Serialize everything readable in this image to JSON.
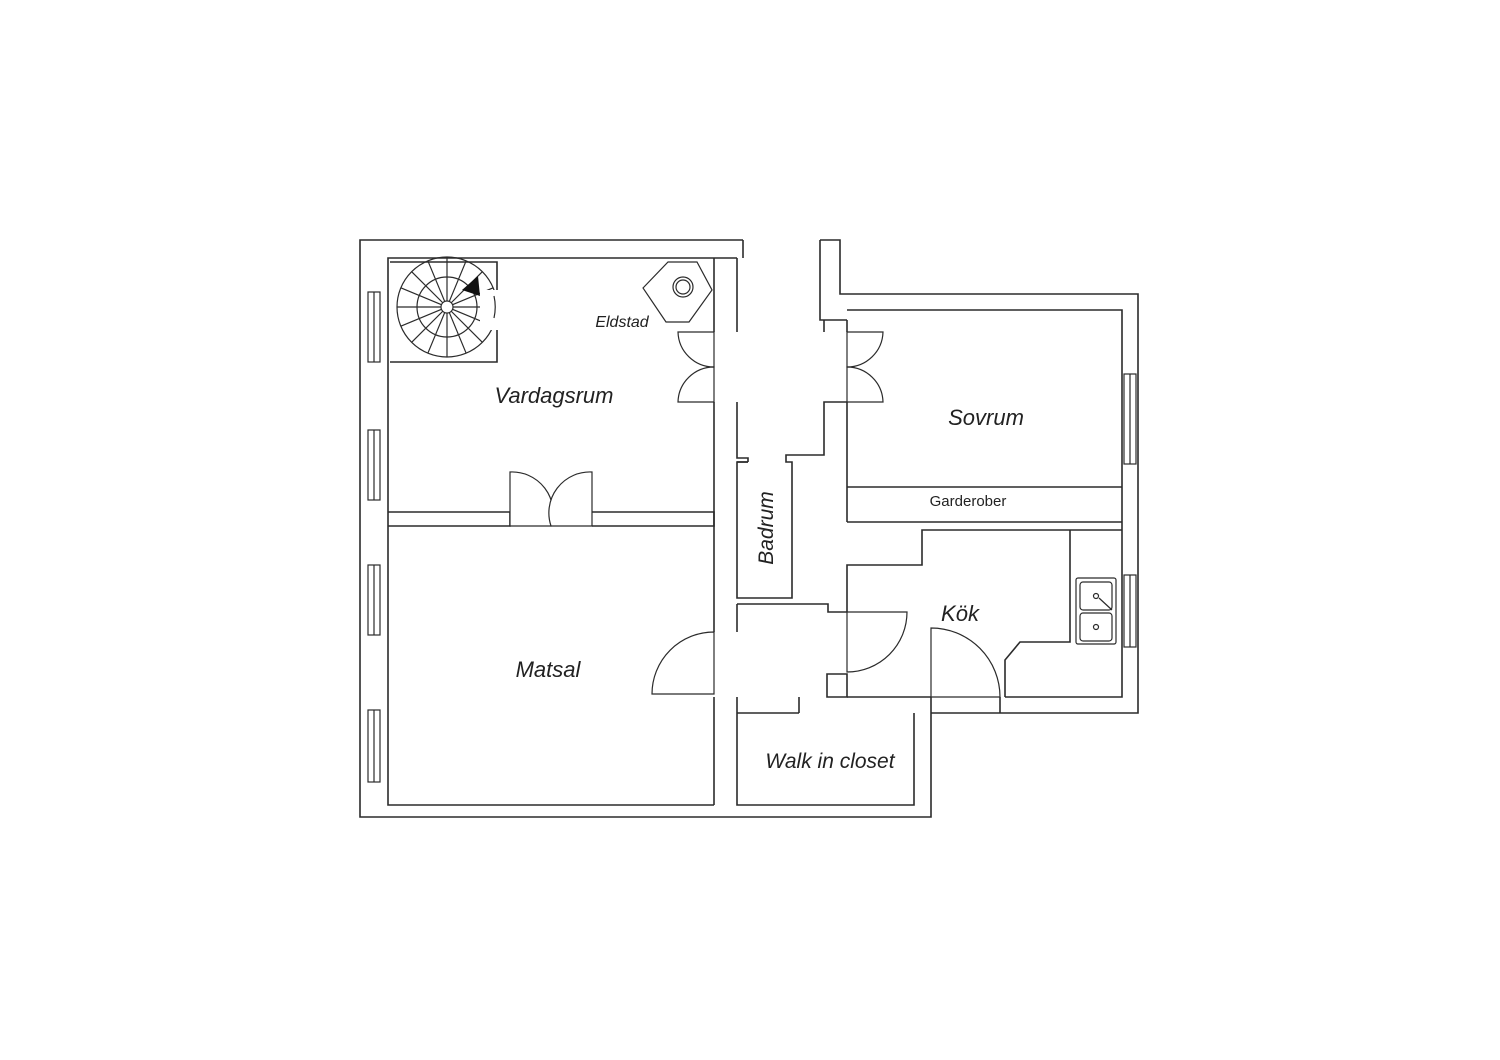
{
  "rooms": {
    "vardagsrum": "Vardagsrum",
    "sovrum": "Sovrum",
    "badrum": "Badrum",
    "matsal": "Matsal",
    "kok": "Kök",
    "walk_in_closet": "Walk in closet"
  },
  "fixtures": {
    "eldstad": "Eldstad",
    "garderober": "Garderober"
  },
  "colors": {
    "line": "#2b2b2b",
    "background": "#ffffff"
  }
}
